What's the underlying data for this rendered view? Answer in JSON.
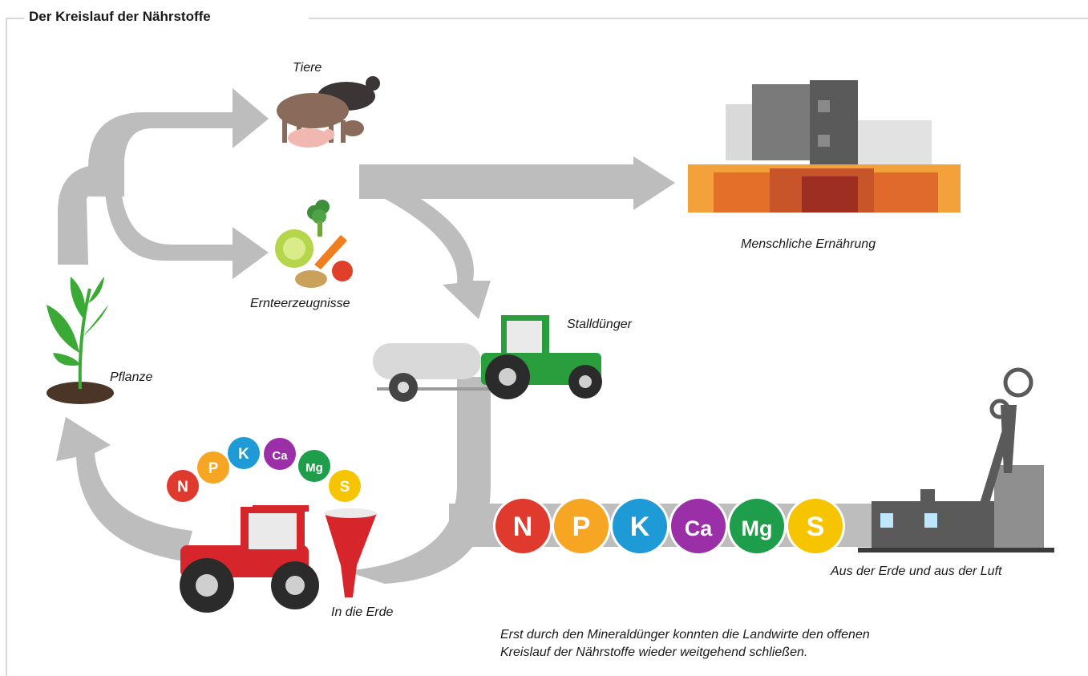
{
  "title": "Der Kreislauf der Nährstoffe",
  "labels": {
    "tiere": "Tiere",
    "ernte": "Ernteerzeugnisse",
    "menschen": "Menschliche Ernährung",
    "stall": "Stalldünger",
    "pflanze": "Pflanze",
    "erde": "In die Erde",
    "luft": "Aus der Erde und aus der Luft"
  },
  "note": {
    "line1": "Erst durch den Mineraldünger konnten die Landwirte den offenen",
    "line2": "Kreislauf der Nährstoffe wieder weitgehend schließen."
  },
  "nutrients_small": [
    {
      "symbol": "N",
      "color": "#e03a2e"
    },
    {
      "symbol": "P",
      "color": "#f6a623"
    },
    {
      "symbol": "K",
      "color": "#1e9bd7"
    },
    {
      "symbol": "Ca",
      "color": "#9b2fa8"
    },
    {
      "symbol": "Mg",
      "color": "#1e9d4a"
    },
    {
      "symbol": "S",
      "color": "#f6c400"
    }
  ],
  "nutrients_large": [
    {
      "symbol": "N",
      "color": "#e03a2e"
    },
    {
      "symbol": "P",
      "color": "#f6a623"
    },
    {
      "symbol": "K",
      "color": "#1e9bd7"
    },
    {
      "symbol": "Ca",
      "color": "#9b2fa8"
    },
    {
      "symbol": "Mg",
      "color": "#1e9d4a"
    },
    {
      "symbol": "S",
      "color": "#f6c400"
    }
  ],
  "colors": {
    "arrow": "#bdbdbd",
    "tractor_green": "#2a9d3c",
    "tractor_red": "#d7262b",
    "plant_green": "#3aa935",
    "mine": "#8f8f8f"
  }
}
